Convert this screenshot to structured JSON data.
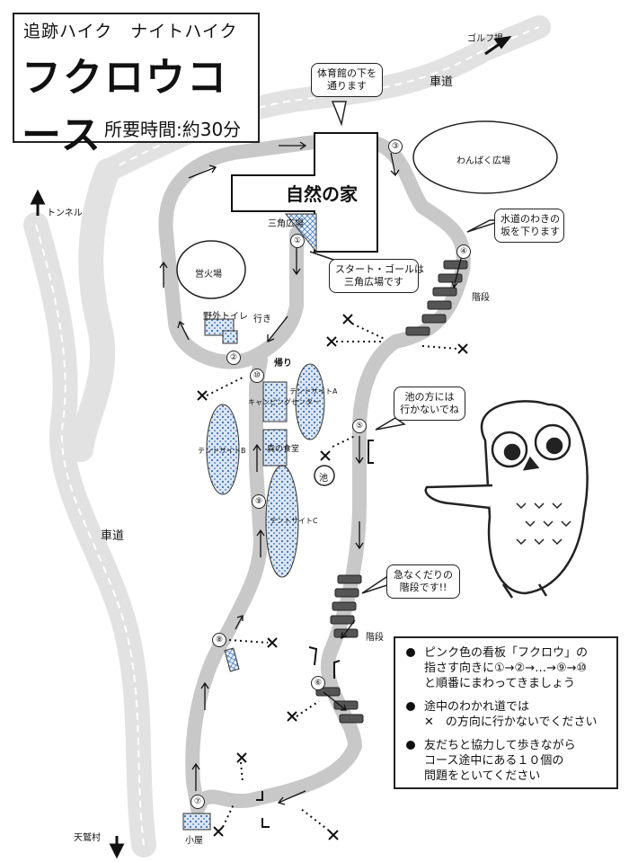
{
  "title": {
    "subtitle": "追跡ハイク　ナイトハイク",
    "main": "フクロウコース",
    "duration": "所要時間:約30分"
  },
  "directions": {
    "golf": "ゴルフ場",
    "tunnel": "トンネル",
    "amagasa": "天鷲村"
  },
  "roads": {
    "top": "車道",
    "left": "車道"
  },
  "places": {
    "nature_house": "自然の家",
    "triangle_plaza": "三角広場",
    "wanpaku": "わんぱく広場",
    "campfire": "営火場",
    "toilet": "野外トイレ",
    "camping_center": "キャンピングセンター",
    "forest_dining": "森の食堂",
    "tent_a": "テントサイトA",
    "tent_b": "テントサイトB",
    "tent_c": "テントサイトC",
    "pond": "池",
    "hut": "小屋",
    "stairs_upper": "階段",
    "stairs_lower": "階段",
    "go": "行き",
    "return": "帰り"
  },
  "checkpoints": [
    "①",
    "②",
    "③",
    "④",
    "⑤",
    "⑥",
    "⑦",
    "⑧",
    "⑨",
    "⑩"
  ],
  "callouts": {
    "gym": [
      "体育館の下を",
      "通ります"
    ],
    "water": [
      "水道のわきの",
      "坂を下ります"
    ],
    "start": [
      "スタート・ゴールは",
      "三角広場です"
    ],
    "pond": [
      "池の方には",
      "行かないでね"
    ],
    "steep": [
      "急なくだりの",
      "階段です!!"
    ]
  },
  "instructions": [
    [
      "ピンク色の看板「フクロウ」の",
      "指さす向きに①→②→…→⑨→⑩",
      "と順番にまわってきましょう"
    ],
    [
      "途中のわかれ道では",
      "✕　の方向に行かないでください"
    ],
    [
      "友だちと協力して歩きながら",
      "コース途中にある１０個の",
      "問題をといてください"
    ]
  ],
  "colors": {
    "trail": "#c8c8c8",
    "road": "#e6e6e6",
    "tent_fill": "#c9d9ef",
    "stairs": "#555555"
  }
}
